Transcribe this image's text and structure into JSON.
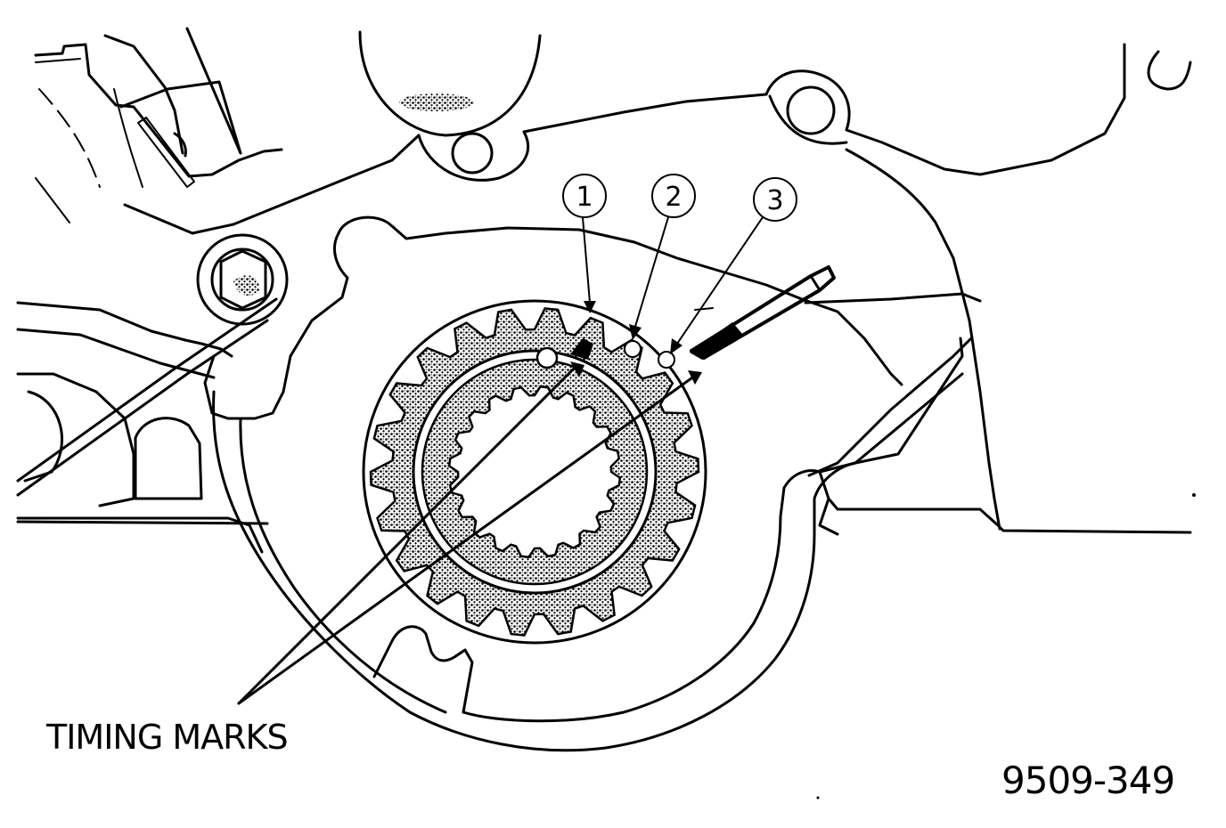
{
  "labels": {
    "timing_marks": "TIMING MARKS",
    "figure_id": "9509-349"
  },
  "callouts": [
    {
      "number": "1"
    },
    {
      "number": "2"
    },
    {
      "number": "3"
    }
  ],
  "colors": {
    "ink": "#000000",
    "paper": "#ffffff",
    "stipple": "#8a8a8a"
  }
}
